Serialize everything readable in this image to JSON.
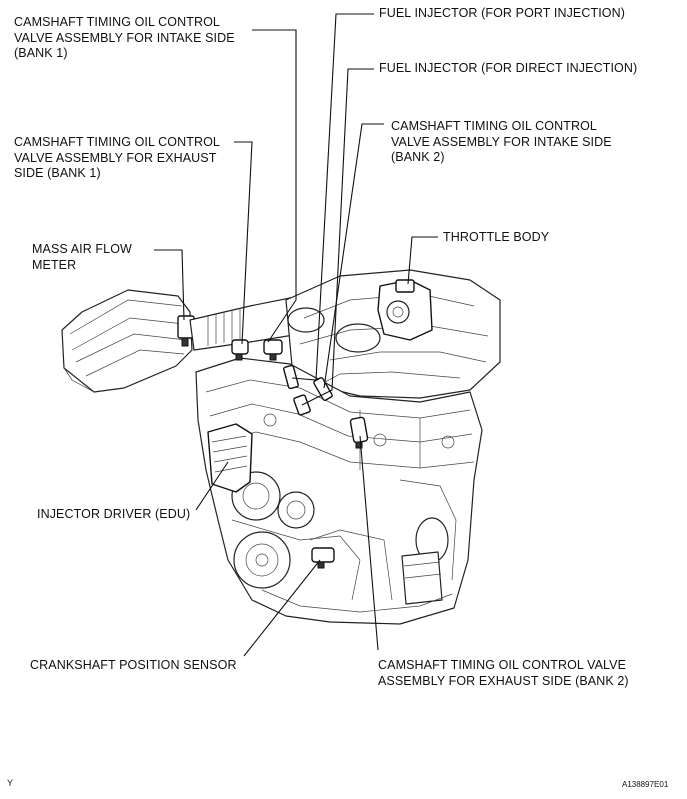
{
  "labels": {
    "cam_intake_b1": "CAMSHAFT TIMING OIL CONTROL\nVALVE ASSEMBLY FOR INTAKE SIDE\n(BANK 1)",
    "fuel_port": "FUEL INJECTOR (FOR PORT INJECTION)",
    "fuel_direct": "FUEL INJECTOR (FOR DIRECT INJECTION)",
    "cam_exhaust_b1": "CAMSHAFT TIMING OIL CONTROL\nVALVE ASSEMBLY FOR EXHAUST\nSIDE (BANK 1)",
    "cam_intake_b2": "CAMSHAFT TIMING OIL CONTROL\nVALVE ASSEMBLY FOR INTAKE SIDE\n(BANK 2)",
    "maf": "MASS AIR FLOW\nMETER",
    "throttle": "THROTTLE BODY",
    "edu": "INJECTOR DRIVER (EDU)",
    "crank": "CRANKSHAFT POSITION SENSOR",
    "cam_exhaust_b2": "CAMSHAFT TIMING OIL CONTROL VALVE\nASSEMBLY FOR EXHAUST SIDE (BANK 2)"
  },
  "corner": {
    "left": "Y",
    "right": "A138897E01"
  }
}
